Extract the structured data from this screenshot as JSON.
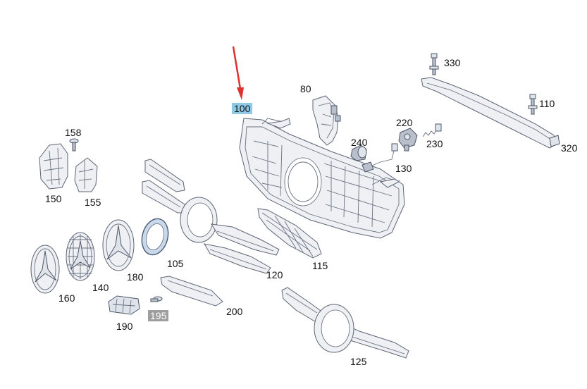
{
  "diagram": {
    "highlight_colors": {
      "selected": "#8ecae6",
      "secondary": "#9e9e9e",
      "arrow": "#e03131"
    },
    "labels": {
      "p100": "100",
      "p80": "80",
      "p330": "330",
      "p110": "110",
      "p320": "320",
      "p220": "220",
      "p230": "230",
      "p240": "240",
      "p130": "130",
      "p158": "158",
      "p150": "150",
      "p155": "155",
      "p180": "180",
      "p105": "105",
      "p140": "140",
      "p160": "160",
      "p120": "120",
      "p115": "115",
      "p190": "190",
      "p195": "195",
      "p200": "200",
      "p125": "125"
    }
  }
}
